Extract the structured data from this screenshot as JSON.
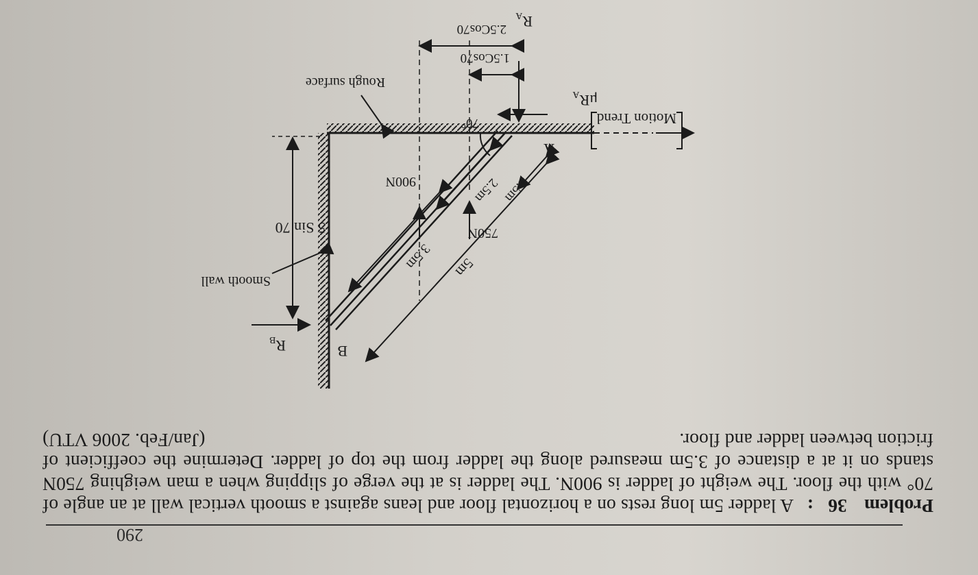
{
  "page": {
    "number": "290"
  },
  "problem": {
    "label": "Problem",
    "number": "36",
    "separator": ":",
    "text": "A ladder 5m long rests on a horizontal floor and leans against a smooth vertical wall at an angle of 70° with the floor. The weight of ladder is 900N. The ladder is at the verge of slipping when a man weighing 750N stands on it at a distance of 3.5m measured along the ladder from the top of ladder. Determine the coefficient of friction between ladder and floor.",
    "source": "(Jan/Feb. 2006 VTU)"
  },
  "figure": {
    "wall_label": "Smooth wall",
    "surface_label": "Rough surface",
    "motion_label": "Motion Trend",
    "point_top": "B",
    "point_bottom": "A",
    "reaction_wall": "R",
    "reaction_wall_sub": "B",
    "reaction_floor": "R",
    "reaction_floor_sub": "A",
    "friction": "μR",
    "friction_sub": "A",
    "angle": "70°",
    "weight_man": "750N",
    "weight_ladder": "900N",
    "dim_total": "5m",
    "dim_man_top": "3.5m",
    "dim_mid": "2.5m",
    "dim_man_bottom": "1.5m",
    "dim_height": "5 Sin 70",
    "dim_horiz_man": "1.5Cos70",
    "dim_horiz_mid": "2.5Cos70"
  }
}
